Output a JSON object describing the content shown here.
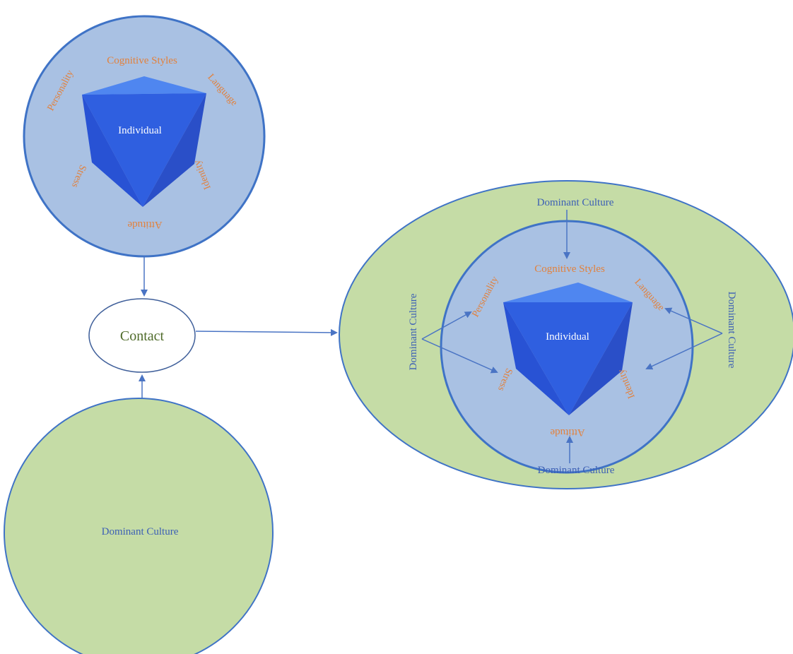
{
  "colors": {
    "outer_circle_fill": "#a9c1e3",
    "outer_circle_stroke": "#3f73c6",
    "culture_fill": "#c5dca6",
    "culture_stroke": "#3f73c6",
    "cube_front": "#2f5fe0",
    "cube_top": "#4f86f0",
    "cube_side": "#2a4fc8",
    "factor_text": "#e2813c",
    "culture_text": "#3c5fb5",
    "contact_text": "#4f6b2a",
    "arrow": "#4a74c4"
  },
  "individual_circle": {
    "center_label": "Individual",
    "factors": {
      "cognitive_styles": "Cognitive Styles",
      "language": "Language",
      "identity": "Identity",
      "attitude": "Attitude",
      "stress": "Stress",
      "personality": "Personality"
    }
  },
  "contact": {
    "label": "Contact"
  },
  "dominant_culture_circle": {
    "label": "Dominant Culture"
  },
  "combined": {
    "center_label": "Individual",
    "factors": {
      "cognitive_styles": "Cognitive Styles",
      "language": "Language",
      "identity": "Identity",
      "attitude": "Attitude",
      "stress": "Stress",
      "personality": "Personality"
    },
    "culture_labels": {
      "top": "Dominant Culture",
      "bottom": "Dominant Culture",
      "left": "Dominant Culture",
      "right": "Dominant Culture"
    }
  }
}
